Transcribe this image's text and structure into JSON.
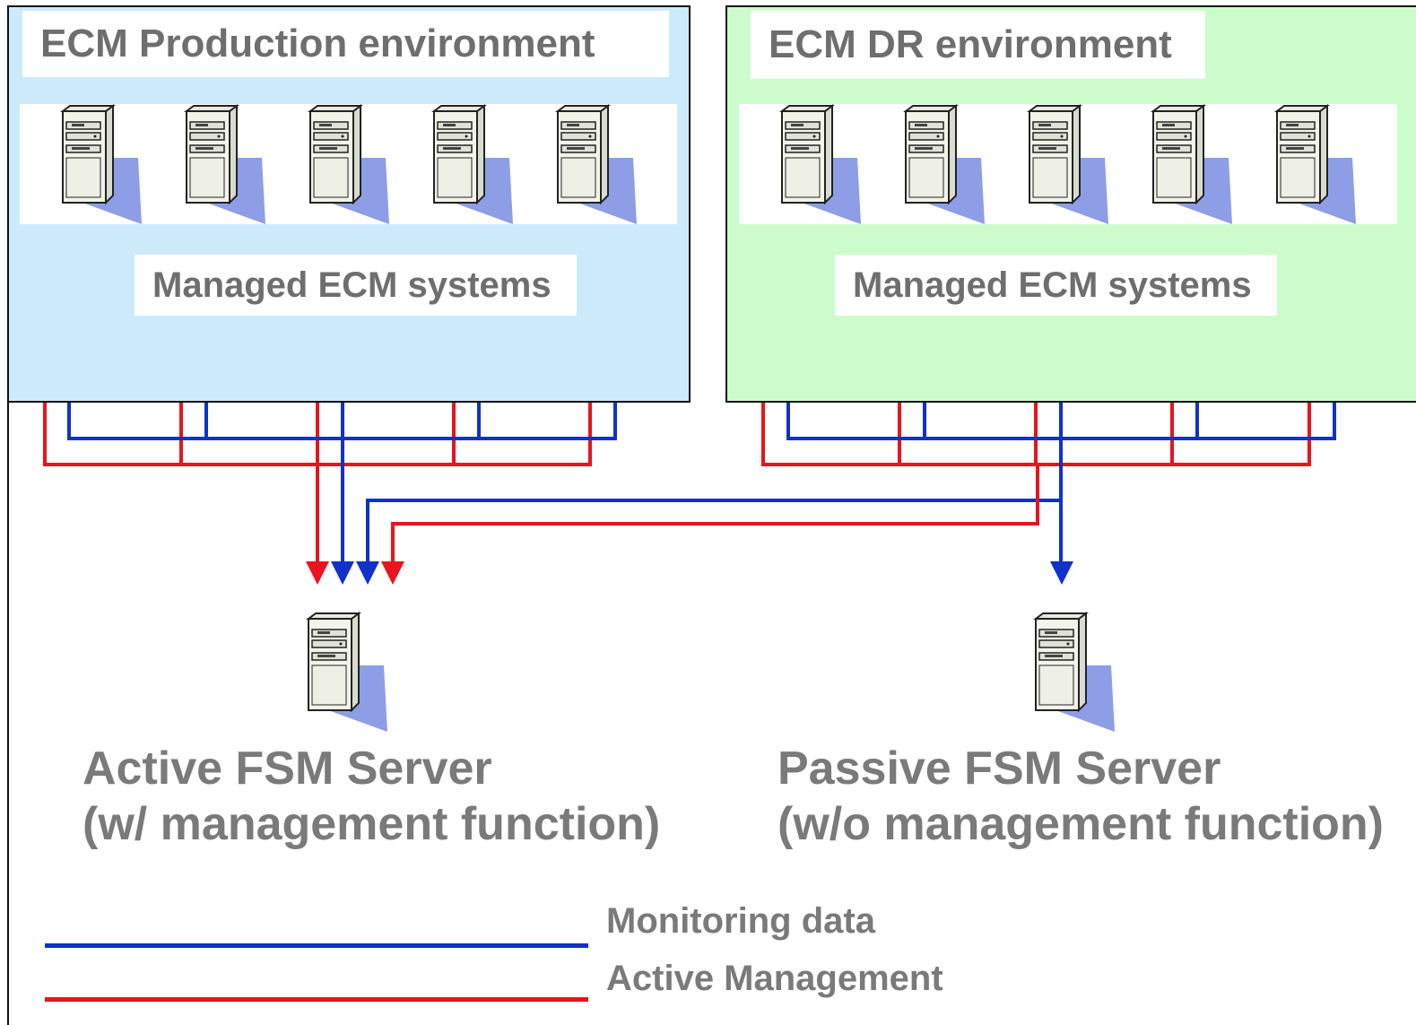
{
  "production": {
    "title": "ECM Production environment",
    "systems_label": "Managed ECM systems",
    "bg_color": "#cdeafb",
    "server_count": 5
  },
  "dr": {
    "title": "ECM DR environment",
    "systems_label": "Managed ECM systems",
    "bg_color": "#ccfccc",
    "server_count": 5
  },
  "active_server": {
    "line1": "Active FSM Server",
    "line2": "(w/ management function)",
    "icon": "server-tower-icon"
  },
  "passive_server": {
    "line1": "Passive FSM Server",
    "line2": "(w/o management function)",
    "icon": "server-tower-icon"
  },
  "legend": {
    "monitoring_label": "Monitoring data",
    "monitoring_color": "#1032c8",
    "management_label": "Active Management",
    "management_color": "#e8141e"
  }
}
